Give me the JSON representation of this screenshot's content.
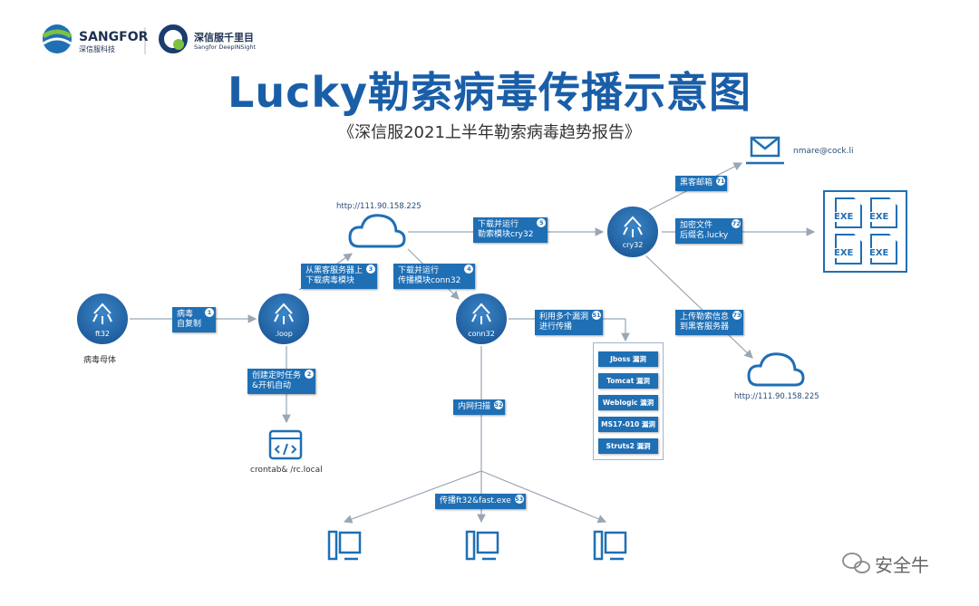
{
  "header": {
    "sangfor_logo_text": "SANGFOR",
    "sangfor_sub": "深信服科技",
    "deepinsight_cn": "深信服千里目",
    "deepinsight_en": "Sangfor DeepINSight"
  },
  "title": "Lucky勒索病毒传播示意图",
  "subtitle": "《深信服2021上半年勒索病毒趋势报告》",
  "nodes": {
    "ft32": "ft32",
    "loop": ".loop",
    "conn32": "conn32",
    "cry32": "cry32",
    "ft32_caption": "病毒母体"
  },
  "cloud_top_label": "http://111.90.158.225",
  "cloud_bottom_label": "http://111.90.158.225",
  "email_label": "nmare@cock.li",
  "crontab_label": "crontab& /rc.local",
  "steps": [
    {
      "num": "1",
      "line1": "病毒",
      "line2": "自复制"
    },
    {
      "num": "2",
      "line1": "创建定时任务",
      "line2": "&开机自动"
    },
    {
      "num": "3",
      "line1": "从黑客服务器上",
      "line2": "下载病毒模块"
    },
    {
      "num": "4",
      "line1": "下载并运行",
      "line2": "传播模块conn32"
    },
    {
      "num": "5",
      "line1": "下载并运行",
      "line2": "勒索模块cry32"
    },
    {
      "num": "51",
      "line1": "利用多个漏洞",
      "line2": "进行传播"
    },
    {
      "num": "52",
      "line1": "内网扫描",
      "line2": ""
    },
    {
      "num": "53",
      "line1": "传播ft32&fast.exe",
      "line2": ""
    },
    {
      "num": "71",
      "line1": "黑客邮箱",
      "line2": ""
    },
    {
      "num": "72",
      "line1": "加密文件",
      "line2": "后缀名.lucky"
    },
    {
      "num": "73",
      "line1": "上传勒索信息",
      "line2": "到黑客服务器"
    }
  ],
  "vulns": [
    "Jboss 漏洞",
    "Tomcat 漏洞",
    "Weblogic 漏洞",
    "MS17-010 漏洞",
    "Struts2 漏洞"
  ],
  "exe_labels": [
    "EXE",
    "EXE",
    "EXE",
    "EXE"
  ],
  "watermark": "安全牛",
  "colors": {
    "primary": "#1f6fb5",
    "title": "#1a5ea8",
    "node_dark": "#1d5a9a"
  }
}
